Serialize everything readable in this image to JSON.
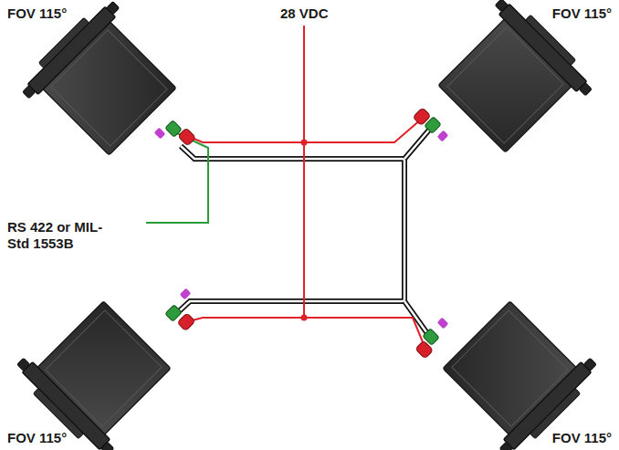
{
  "diagram": {
    "labels": [
      "FOV 115°",
      "28 VDC",
      "FOV 115°",
      "RS 422 or MIL-Std 1553B",
      "FOV 115°",
      "FOV 115°"
    ]
  }
}
